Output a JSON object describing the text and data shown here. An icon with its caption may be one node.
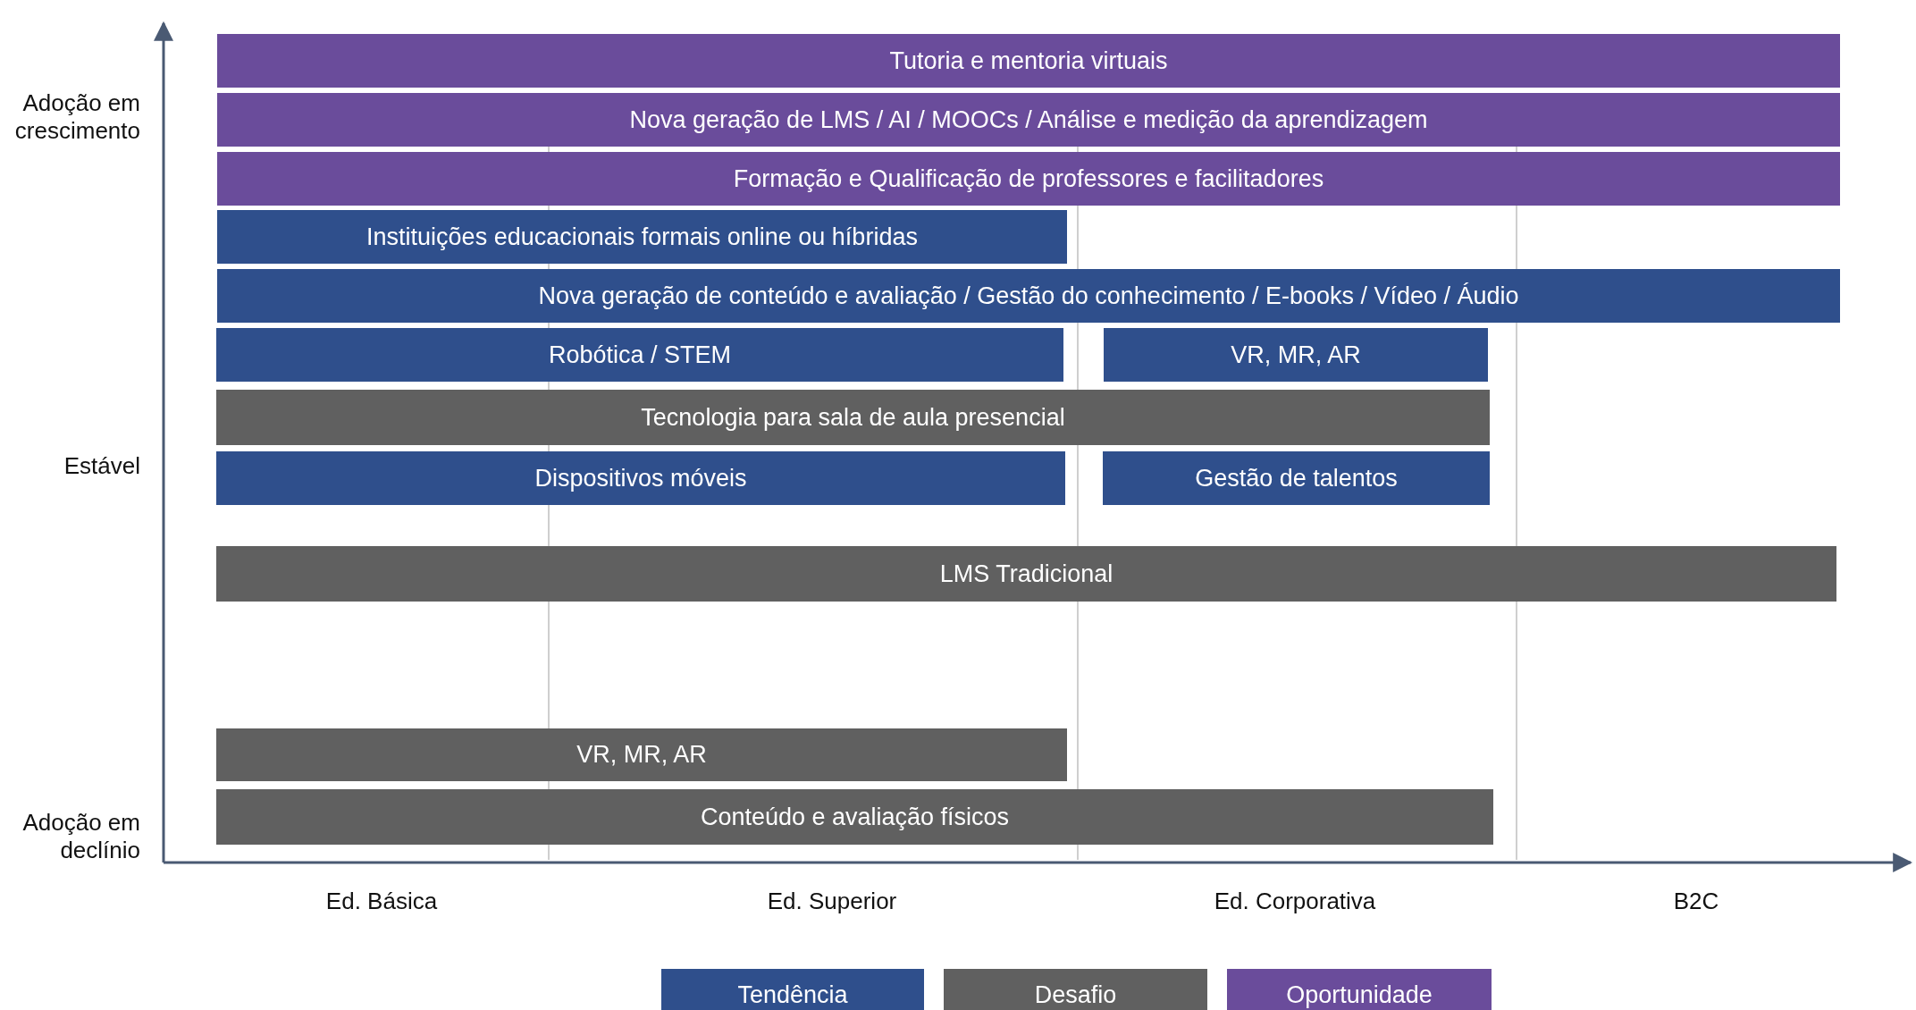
{
  "diagram": {
    "nodes": [
      {
        "text": [
          "Tutoria e mentoria virtuais"
        ]
      },
      {
        "text": [
          "Nova geração de LMS / AI / MOOCs / Análise e medição da aprendizagem"
        ]
      },
      {
        "text": [
          "Formação e Qualificação de professores e facilitadores"
        ]
      },
      {
        "text": [
          "Instituições educacionais formais online ou híbridas"
        ]
      },
      {
        "text": [
          "Nova geração de conteúdo e avaliação / Gestão do conhecimento / E-books / Vídeo / Áudio"
        ]
      },
      {
        "text": [
          "Robótica / STEM"
        ]
      },
      {
        "text": [
          "VR, MR, AR"
        ]
      },
      {
        "text": [
          "Tecnologia para sala de aula presencial"
        ]
      },
      {
        "text": [
          "Dispositivos móveis"
        ]
      },
      {
        "text": [
          "Gestão de talentos"
        ]
      },
      {
        "text": [
          "LMS Tradicional"
        ]
      },
      {
        "text": [
          "VR, MR, AR"
        ]
      },
      {
        "text": [
          "Conteúdo e avaliação físicos"
        ]
      }
    ],
    "edges": [],
    "labels": [
      "Adoção em crescimento",
      "Estável",
      "Adoção em declínio",
      "Ed. Básica",
      "Ed. Superior",
      "Ed. Corporativa",
      "B2C"
    ],
    "legend": [
      {
        "text": "Tendência",
        "color": "#2f4f8c"
      },
      {
        "text": "Desafio",
        "color": "#606060"
      },
      {
        "text": "Oportunidade",
        "color": "#6a4c9b"
      }
    ]
  }
}
